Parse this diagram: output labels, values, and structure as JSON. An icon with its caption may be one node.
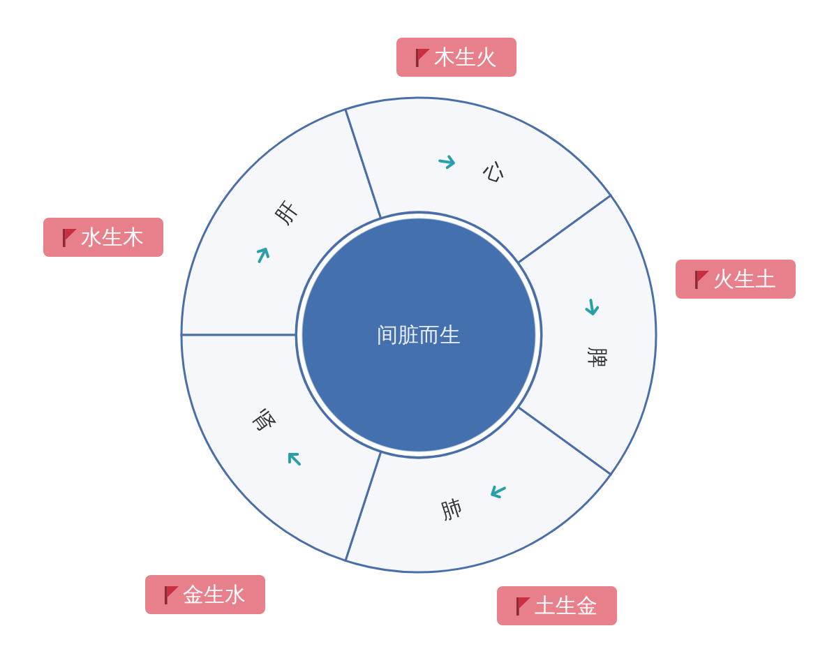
{
  "diagram": {
    "nodes": [
      {
        "text": [
          "间脏而生"
        ]
      },
      {
        "text": [
          "肝"
        ]
      },
      {
        "text": [
          "心"
        ]
      },
      {
        "text": [
          "脾"
        ]
      },
      {
        "text": [
          "肺"
        ]
      },
      {
        "text": [
          "肾"
        ]
      },
      {
        "text": [
          "木生火"
        ]
      },
      {
        "text": [
          "火生土"
        ]
      },
      {
        "text": [
          "土生金"
        ]
      },
      {
        "text": [
          "金生水"
        ]
      },
      {
        "text": [
          "水生木"
        ]
      }
    ]
  }
}
